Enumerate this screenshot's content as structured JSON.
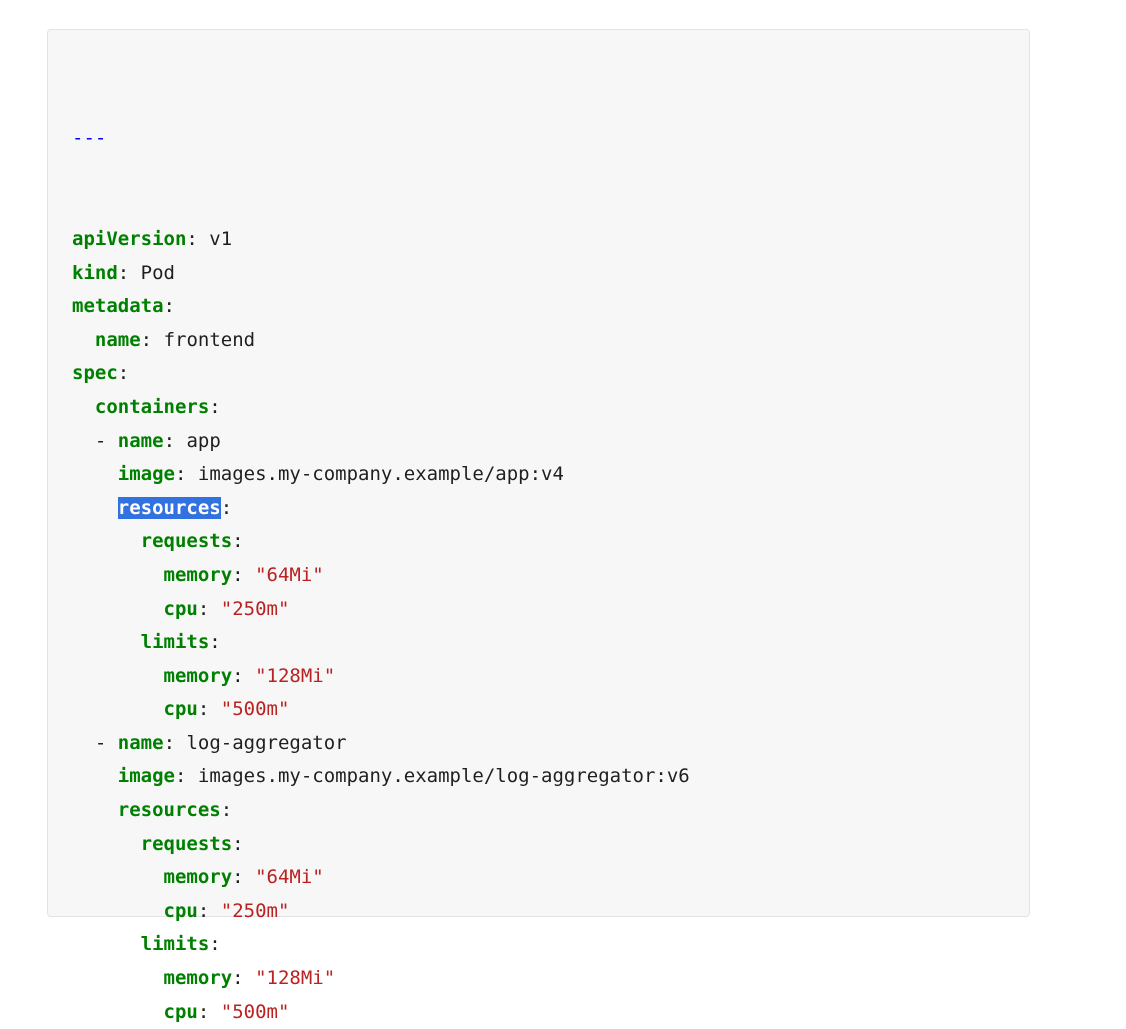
{
  "document_marker": "---",
  "lines": [
    {
      "indent": 0,
      "key": "apiVersion",
      "value": "v1"
    },
    {
      "indent": 0,
      "key": "kind",
      "value": "Pod"
    },
    {
      "indent": 0,
      "key": "metadata"
    },
    {
      "indent": 1,
      "key": "name",
      "value": "frontend"
    },
    {
      "indent": 0,
      "key": "spec"
    },
    {
      "indent": 1,
      "key": "containers"
    },
    {
      "indent": 1,
      "dash": "-",
      "key": "name",
      "value": "app"
    },
    {
      "indent": 2,
      "key": "image",
      "value": "images.my-company.example/app:v4"
    },
    {
      "indent": 2,
      "key": "resources",
      "selected": true
    },
    {
      "indent": 3,
      "key": "requests"
    },
    {
      "indent": 4,
      "key": "memory",
      "string": "\"64Mi\""
    },
    {
      "indent": 4,
      "key": "cpu",
      "string": "\"250m\""
    },
    {
      "indent": 3,
      "key": "limits"
    },
    {
      "indent": 4,
      "key": "memory",
      "string": "\"128Mi\""
    },
    {
      "indent": 4,
      "key": "cpu",
      "string": "\"500m\""
    },
    {
      "indent": 1,
      "dash": "-",
      "key": "name",
      "value": "log-aggregator"
    },
    {
      "indent": 2,
      "key": "image",
      "value": "images.my-company.example/log-aggregator:v6"
    },
    {
      "indent": 2,
      "key": "resources"
    },
    {
      "indent": 3,
      "key": "requests"
    },
    {
      "indent": 4,
      "key": "memory",
      "string": "\"64Mi\""
    },
    {
      "indent": 4,
      "key": "cpu",
      "string": "\"250m\""
    },
    {
      "indent": 3,
      "key": "limits"
    },
    {
      "indent": 4,
      "key": "memory",
      "string": "\"128Mi\""
    },
    {
      "indent": 4,
      "key": "cpu",
      "string": "\"500m\""
    }
  ],
  "colors": {
    "key": "#008000",
    "string": "#ba2121",
    "marker": "#0000ff",
    "selection": "#3271e0",
    "background": "#f7f7f7"
  }
}
